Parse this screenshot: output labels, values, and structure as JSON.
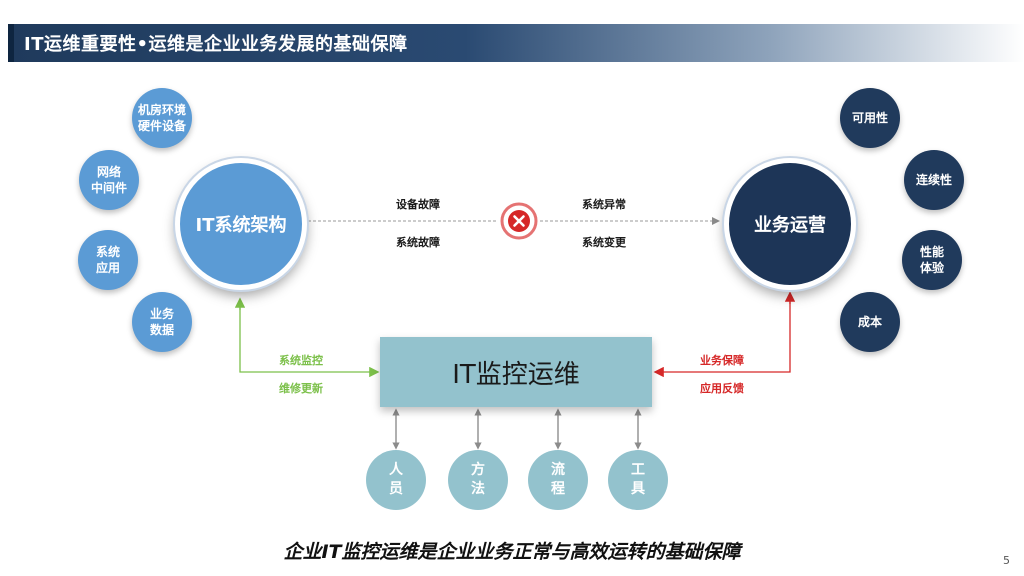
{
  "header": {
    "title": "IT运维重要性•运维是企业业务发展的基础保障"
  },
  "left_satellites": [
    {
      "label_l1": "机房环境",
      "label_l2": "硬件设备"
    },
    {
      "label_l1": "网络",
      "label_l2": "中间件"
    },
    {
      "label_l1": "系统",
      "label_l2": "应用"
    },
    {
      "label_l1": "业务",
      "label_l2": "数据"
    }
  ],
  "right_satellites": [
    {
      "label_l1": "可用性",
      "label_l2": ""
    },
    {
      "label_l1": "连续性",
      "label_l2": ""
    },
    {
      "label_l1": "性能",
      "label_l2": "体验"
    },
    {
      "label_l1": "成本",
      "label_l2": ""
    }
  ],
  "main_nodes": {
    "left": "IT系统架构",
    "right": "业务运营"
  },
  "flow_labels": {
    "top_left": "设备故障",
    "bottom_left": "系统故障",
    "top_right": "系统异常",
    "bottom_right": "系统变更"
  },
  "center_box": {
    "label": "IT监控运维"
  },
  "green_labels": {
    "top": "系统监控",
    "bottom": "维修更新"
  },
  "red_labels": {
    "top": "业务保障",
    "bottom": "应用反馈"
  },
  "pillars": [
    {
      "c1": "人",
      "c2": "员"
    },
    {
      "c1": "方",
      "c2": "法"
    },
    {
      "c1": "流",
      "c2": "程"
    },
    {
      "c1": "工",
      "c2": "具"
    }
  ],
  "footer": {
    "tagline": "企业IT监控运维是企业业务正常与高效运转的基础保障",
    "page_number": "5"
  },
  "colors": {
    "light_blue": "#5b9bd5",
    "navy": "#1d3557",
    "teal": "#93c2cd",
    "green": "#7cc04a",
    "red": "#d62828"
  }
}
